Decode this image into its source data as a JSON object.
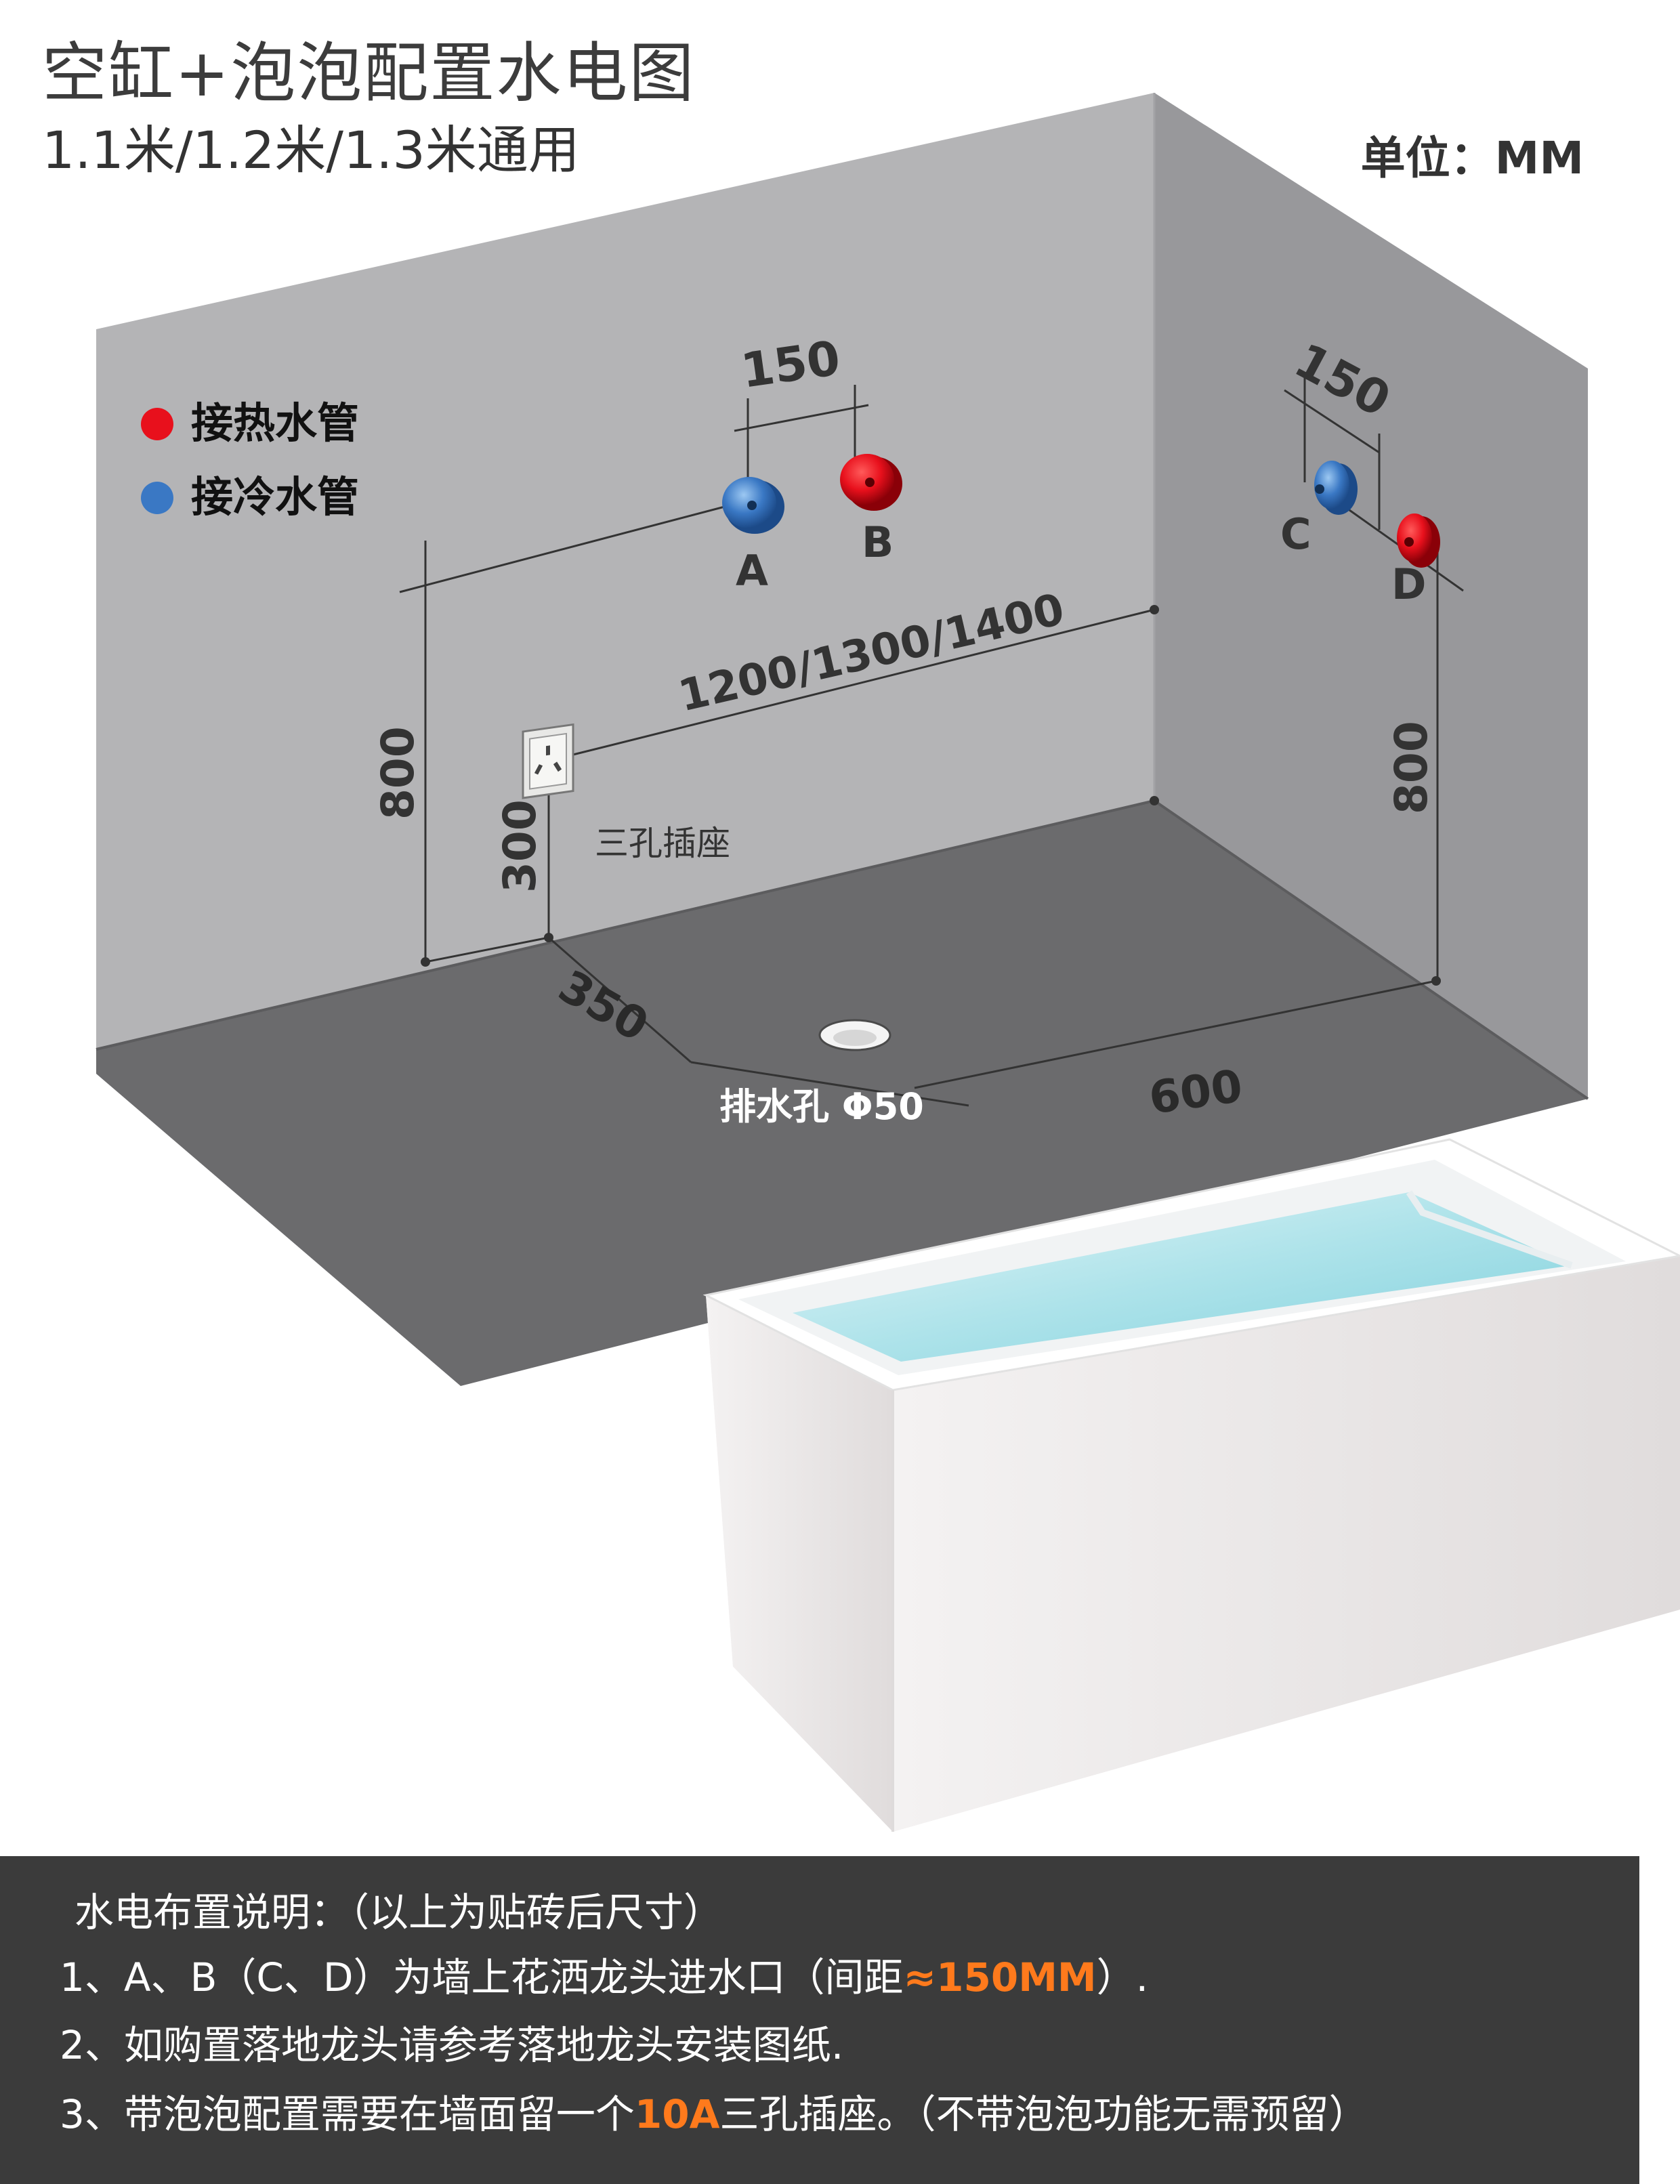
{
  "title": "空缸+泡泡配置水电图",
  "subtitle": "1.1米/1.2米/1.3米通用",
  "unit": "单位：MM",
  "legend": [
    {
      "label": "接热水管",
      "color": "#e8101c"
    },
    {
      "label": "接冷水管",
      "color": "#3a78c4"
    }
  ],
  "diagram": {
    "dim_ab": "150",
    "dim_cd": "150",
    "label_a": "A",
    "label_b": "B",
    "label_c": "C",
    "label_d": "D",
    "dim_length": "1200/1300/1400",
    "dim_height_left": "800",
    "dim_height_right": "800",
    "dim_socket_height": "300",
    "socket_label": "三孔插座",
    "dim_drain_offset": "350",
    "drain_label": "排水孔 Φ50",
    "dim_drain_side": "600"
  },
  "colors": {
    "wall": "#b4b4b6",
    "side_wall": "#98989b",
    "floor": "#6b6b6d",
    "hot": "#e8101c",
    "cold": "#3a78c4",
    "highlight": "#ff7a1c",
    "notes_bg": "#3b3b3b"
  },
  "notes": {
    "heading": "水电布置说明：（以上为贴砖后尺寸）",
    "line1_pre": "1、A、B（C、D）为墙上花洒龙头进水口（间距",
    "line1_hl": "≈150MM",
    "line1_post": "）.",
    "line2": "2、如购置落地龙头请参考落地龙头安装图纸.",
    "line3_pre": "3、带泡泡配置需要在墙面留一个",
    "line3_hl": "10A",
    "line3_post": "三孔插座。（不带泡泡功能无需预留）"
  }
}
